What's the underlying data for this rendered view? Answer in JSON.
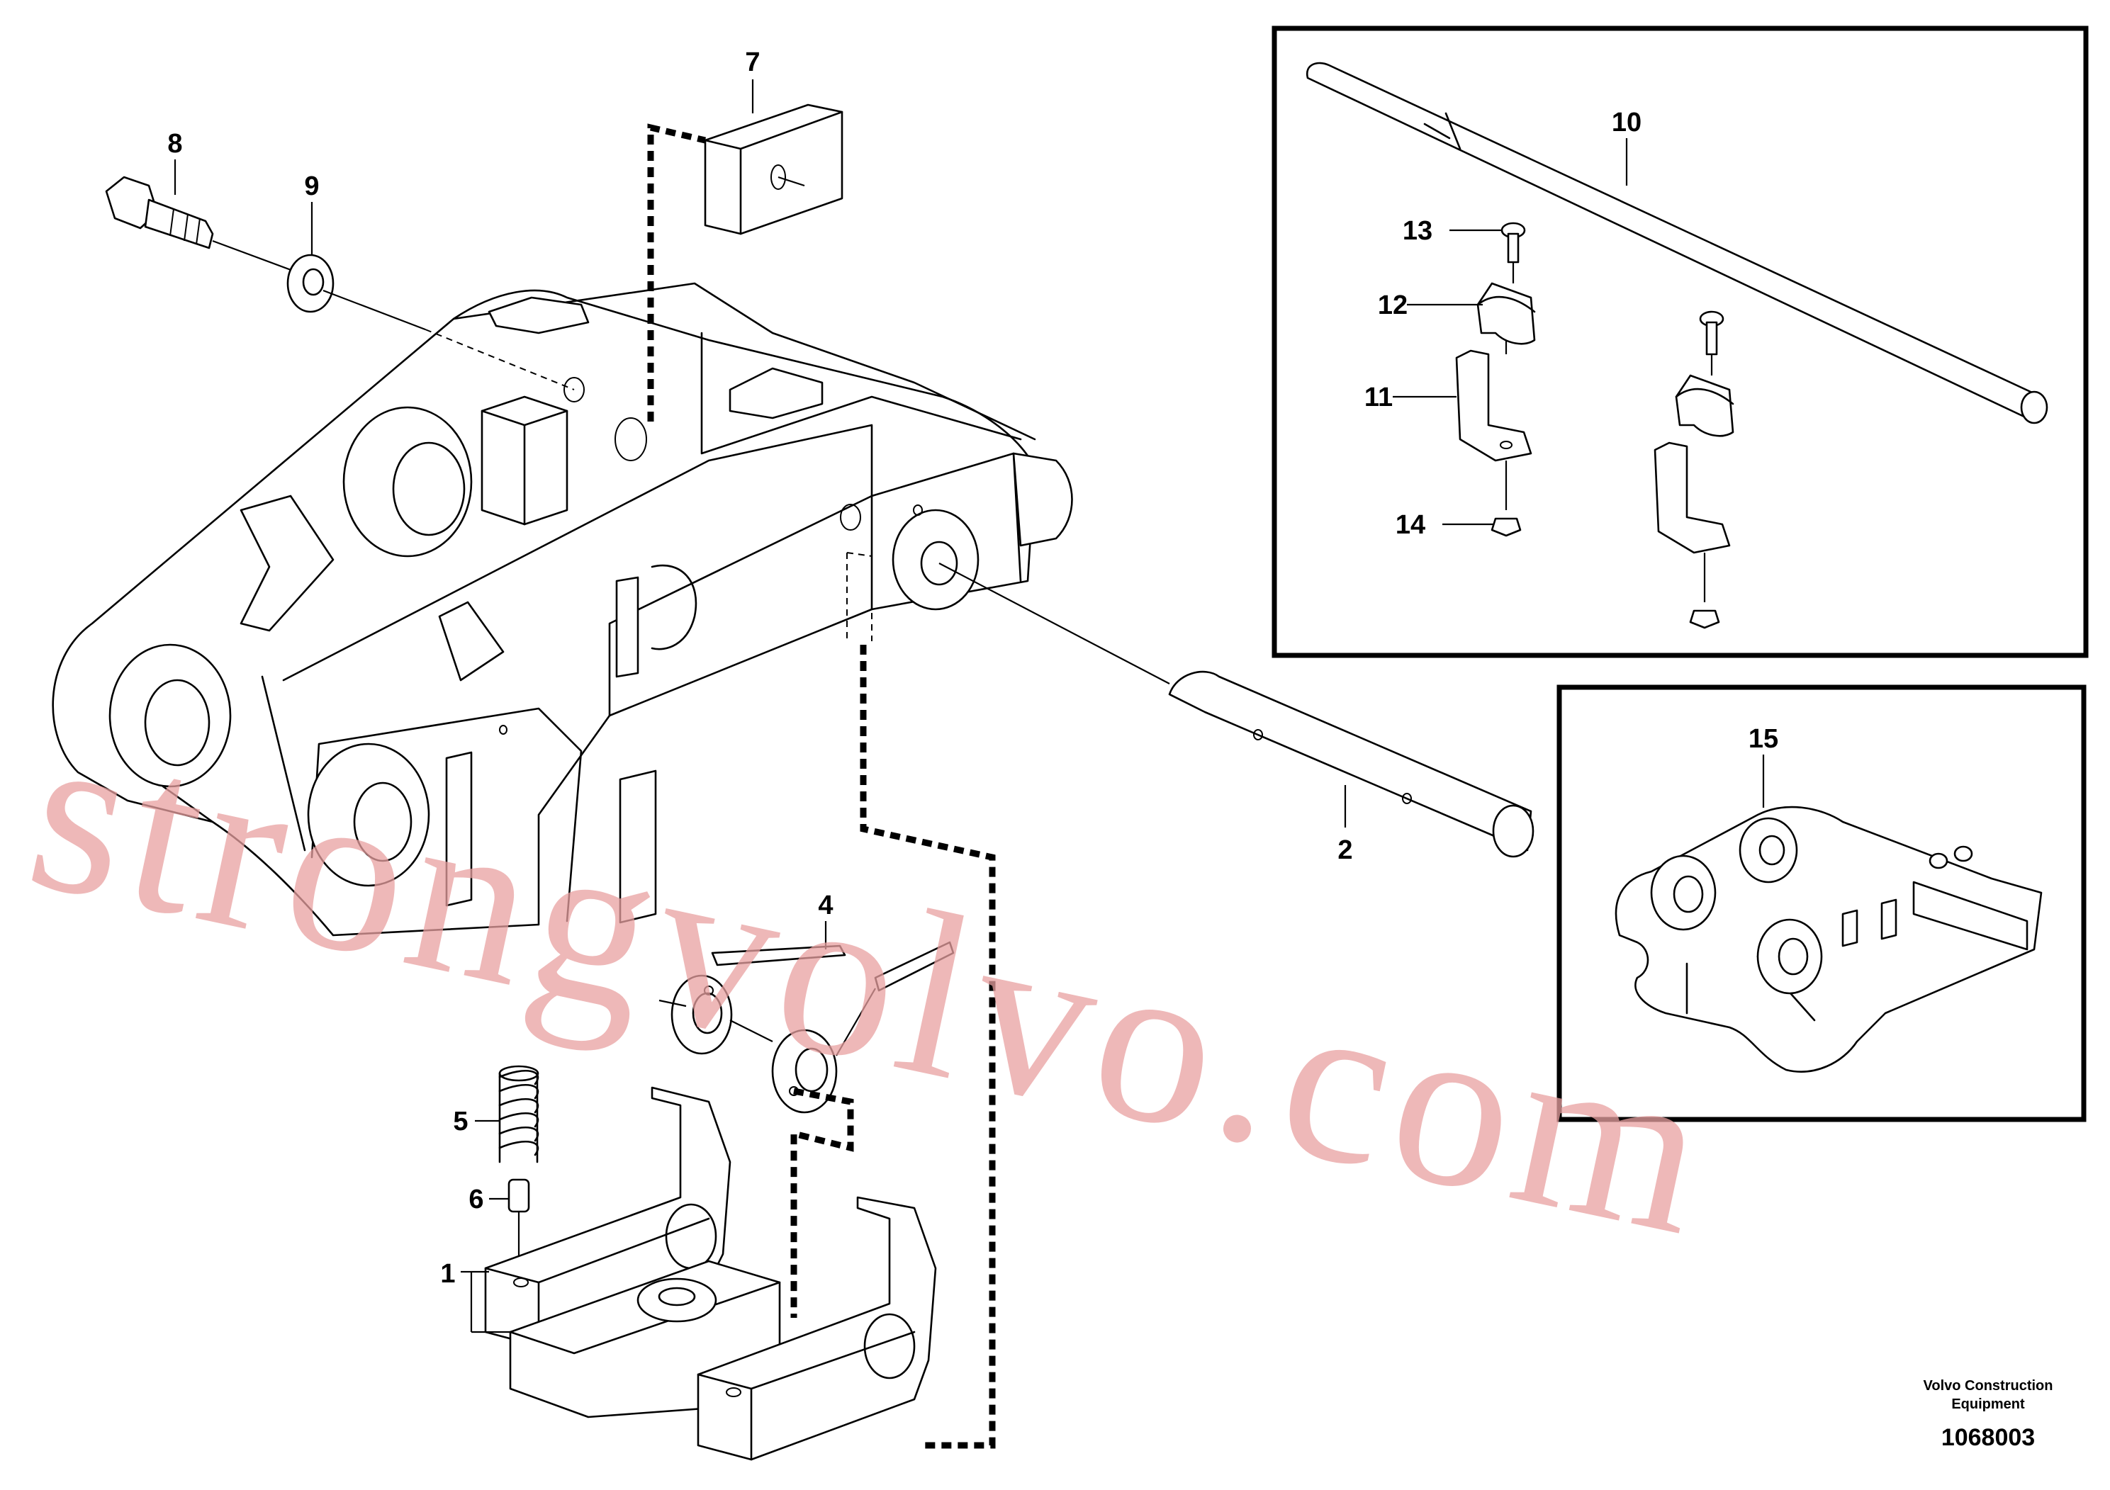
{
  "drawing": {
    "credit_line1": "Volvo Construction",
    "credit_line2": "Equipment",
    "drawing_number": "1068003",
    "watermark": "strongvolvo.com"
  },
  "callouts": [
    {
      "id": "1",
      "label": "1"
    },
    {
      "id": "2",
      "label": "2"
    },
    {
      "id": "4",
      "label": "4"
    },
    {
      "id": "5",
      "label": "5"
    },
    {
      "id": "6",
      "label": "6"
    },
    {
      "id": "7",
      "label": "7"
    },
    {
      "id": "8",
      "label": "8"
    },
    {
      "id": "9",
      "label": "9"
    },
    {
      "id": "10",
      "label": "10"
    },
    {
      "id": "11",
      "label": "11"
    },
    {
      "id": "12",
      "label": "12"
    },
    {
      "id": "13",
      "label": "13"
    },
    {
      "id": "14",
      "label": "14"
    },
    {
      "id": "15",
      "label": "15"
    }
  ]
}
